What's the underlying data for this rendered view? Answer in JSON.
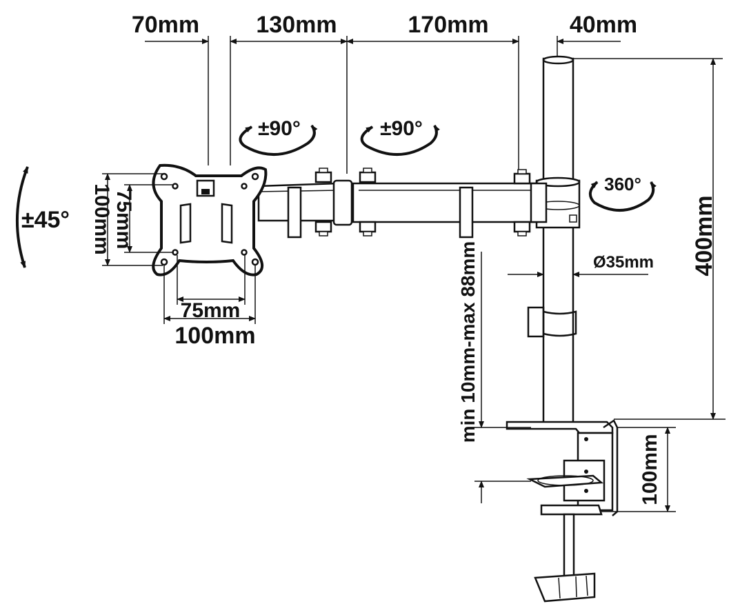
{
  "dimensions": {
    "top_70": "70mm",
    "top_130": "130mm",
    "top_170": "170mm",
    "top_40": "40mm",
    "pole_height": "400mm",
    "pole_diameter": "Ø35mm",
    "desk_thickness": "min 10mm-max 88mm",
    "clamp_depth": "100mm",
    "vesa_h_75": "75mm",
    "vesa_h_100": "100mm",
    "vesa_v_75": "75mm",
    "vesa_v_100": "100mm"
  },
  "rotations": {
    "tilt": "±45°",
    "swivel_head": "±90°",
    "swivel_arm": "±90°",
    "pole_rotation": "360°"
  },
  "colors": {
    "line": "#111111",
    "background": "#ffffff"
  }
}
